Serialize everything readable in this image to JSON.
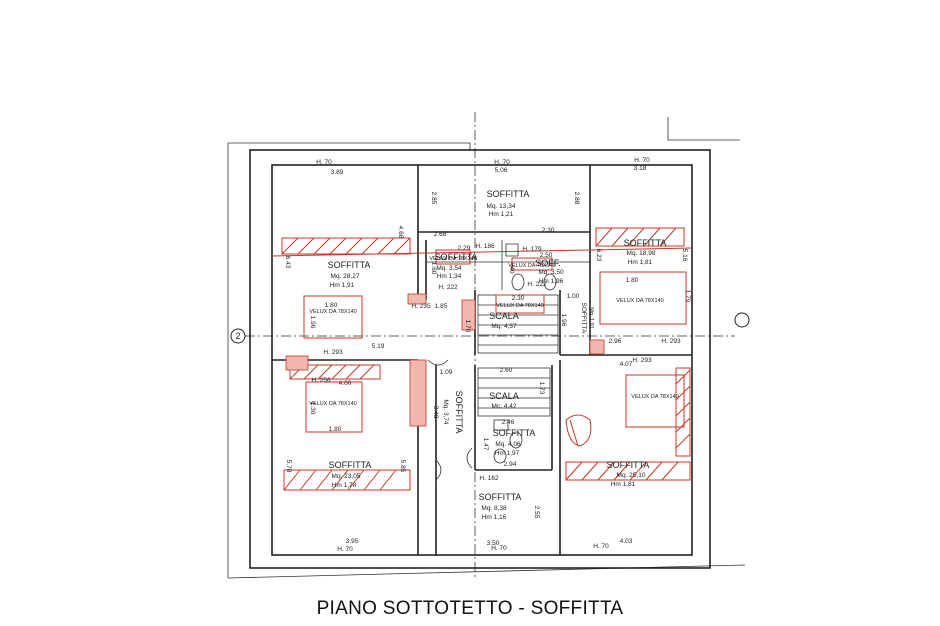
{
  "caption": "PIANO SOTTOTETTO - SOFFITTA",
  "axis_marker": "2",
  "rooms": [
    {
      "name": "SOFFITTA",
      "area": "Mq. 13,34",
      "hm": "Hm 1,21"
    },
    {
      "name": "SOFFITTA",
      "area": "Mq. 28,27",
      "hm": "Hm 1,91"
    },
    {
      "name": "SOFFITTA",
      "area": "Mq. 3,54",
      "hm": "Hm 1,34"
    },
    {
      "name": "SOFF.",
      "area": "Mq. 3,50",
      "hm": "Hm 1,96"
    },
    {
      "name": "SOFFITTA",
      "area": "Mq. 18,98",
      "hm": "Hm 1,81"
    },
    {
      "name": "SCALA",
      "area": "Mq. 4,37"
    },
    {
      "name": "SCALA",
      "area": "Mc. 4,42"
    },
    {
      "name": "SOFFITTA",
      "area": "Mq. 4,06",
      "hm": "Hm 1,97"
    },
    {
      "name": "SOFFITTA",
      "area": "Mq. 23,05",
      "hm": "Hm 1,78"
    },
    {
      "name": "SOFFITTA",
      "area": "Mq. 25,10",
      "hm": "Hm 1,81"
    },
    {
      "name": "SOFFITTA",
      "area": "Mq. 8,38",
      "hm": "Hm 1,16"
    },
    {
      "name": "SOFFITTA",
      "area": "Mq. 3,74"
    },
    {
      "name": "SOFFITTA",
      "area": "Mq. 1,91"
    }
  ],
  "dimensions": {
    "h70": "H. 70",
    "d389": "3.89",
    "d506": "5.06",
    "d318": "3.18",
    "d285": "2.85",
    "d288": "2.88",
    "d468": "4.68",
    "d643": "6.43",
    "d268": "2.68",
    "d230": "2.30",
    "d229": "2.29",
    "h186": "H. 186",
    "h179": "H. 179",
    "d160": "1.60",
    "d250": "2.50",
    "d40": "40",
    "d623": "6.23",
    "d516": "5.16",
    "h235": "H. 235",
    "d185": "1.85",
    "h222": "H. 222",
    "d100": "1.00",
    "d180": "1.80",
    "d196": "1.96",
    "d170": "1.70",
    "d179": "1.79",
    "h293": "H. 293",
    "d519": "5.19",
    "d296": "2.96",
    "d109": "1.09",
    "d260": "2.60",
    "d407": "4.07",
    "h256": "H. 256",
    "d400": "4.00",
    "d348": "3.48",
    "d173": "1.73",
    "d130": "1.30",
    "d246": "2.46",
    "d147": "1.47",
    "d294": "2.94",
    "d578": "5.78",
    "d585": "5.85",
    "h162": "H. 162",
    "d255": "2.55",
    "d395": "3.95",
    "d350": "3.50",
    "d403": "4.03"
  },
  "furniture_label": "VELUX DA 78X140"
}
